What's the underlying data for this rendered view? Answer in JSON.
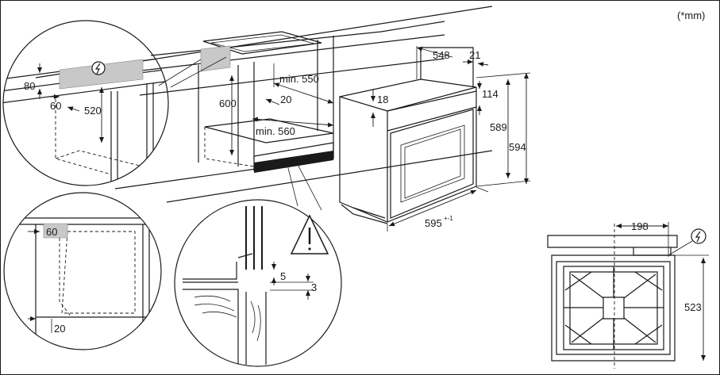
{
  "unit_note": "(*mm)",
  "dims": {
    "d80": "80",
    "d60a": "60",
    "d520": "520",
    "d600": "600",
    "d550": "min. 550",
    "d20a": "20",
    "d560": "min. 560",
    "d548": "548",
    "d21": "21",
    "d18": "18",
    "d114": "114",
    "d589": "589",
    "d594": "594",
    "d595": "595",
    "d595_tol": "+-1",
    "d60b": "60",
    "d20b": "20",
    "d5": "5",
    "d3": "3",
    "d198": "198",
    "d523": "523"
  },
  "colors": {
    "line": "#1a1a1a",
    "highlight": "#c8c8c8"
  },
  "icons": [
    "electrical-connection-icon",
    "warning-triangle-icon"
  ]
}
